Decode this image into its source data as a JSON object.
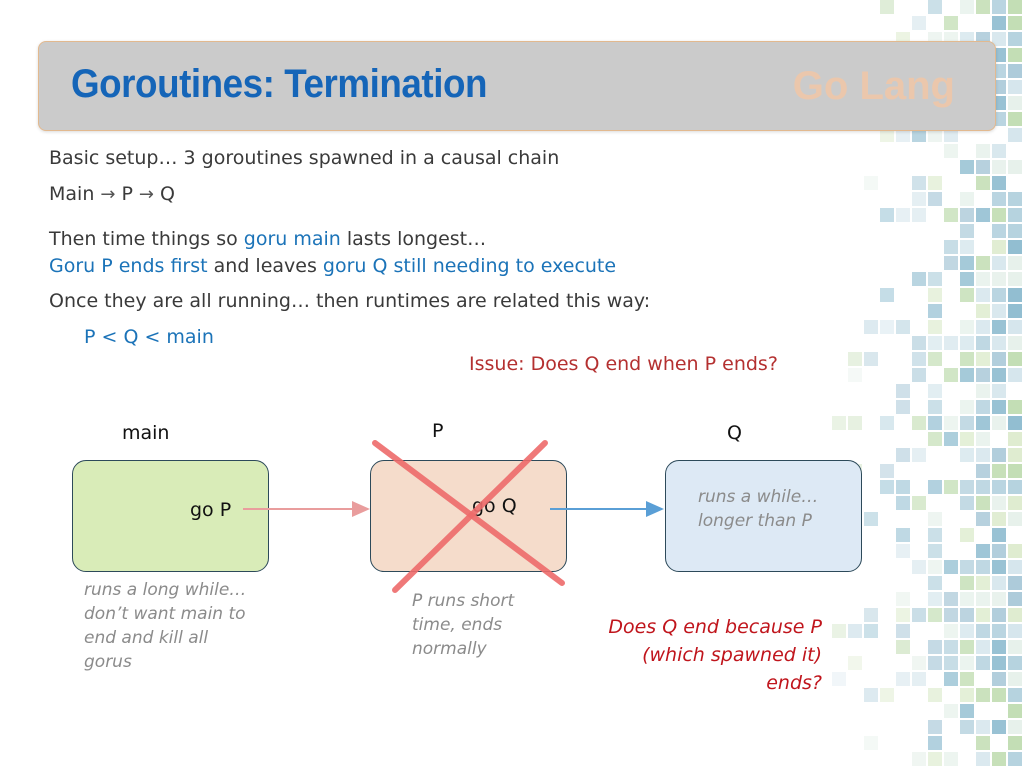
{
  "title": "Goroutines: Termination",
  "brand": "Go Lang",
  "colors": {
    "title": "#1565b8",
    "highlight_blue": "#1b73b8",
    "issue_red": "#b43030",
    "cross": "#ee6b6b",
    "arrow_main_p": "#e99d9d",
    "arrow_p_q": "#5a9fd6",
    "box_main": "#d9ecb8",
    "box_p": "#f5dccb",
    "box_q": "#dde9f5"
  },
  "body": {
    "line1": "Basic setup… 3 goroutines spawned in a causal chain",
    "chain": {
      "a": "Main",
      "b": "P",
      "c": "Q",
      "arrow": "→"
    },
    "line3_a": "Then time things so ",
    "line3_b": "goru main",
    "line3_c": " lasts longest…",
    "line4_a": "Goru P ends first",
    "line4_b": " and leaves ",
    "line4_c": "goru Q still needing to execute",
    "line5": "Once they are all running… then runtimes are related this way:",
    "relation": "P < Q < main",
    "issue": "Issue: Does Q end when P ends?"
  },
  "diagram": {
    "labels": {
      "main": "main",
      "p": "P",
      "q": "Q"
    },
    "box_main_text": "go P",
    "box_p_text": "go Q",
    "box_q_text": [
      "runs a while…",
      "longer than P"
    ],
    "note_main": [
      "runs a long while…",
      "don’t want main to",
      "end and kill all",
      "gorus"
    ],
    "note_p": [
      "P runs short",
      "time, ends",
      "normally"
    ],
    "note_q": [
      "Does Q end because P",
      "(which spawned it)",
      "ends?"
    ]
  }
}
